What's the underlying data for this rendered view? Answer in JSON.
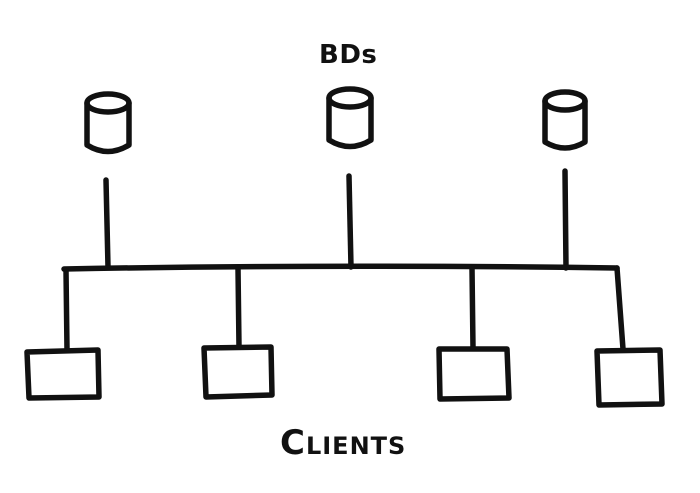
{
  "diagram": {
    "databases_label": "BDs",
    "clients_label": "Clients",
    "database_count": 3,
    "client_count": 4
  }
}
